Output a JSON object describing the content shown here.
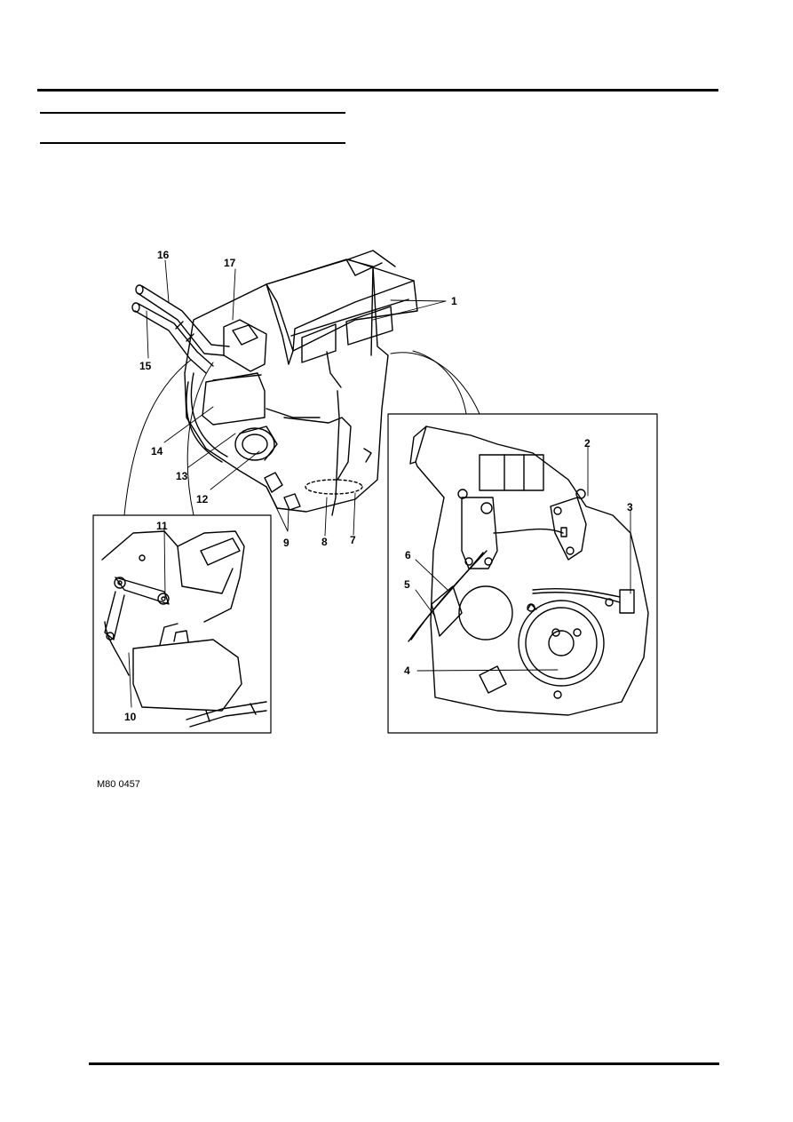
{
  "document": {
    "figure_ref": "M80 0457",
    "callouts": {
      "c1": "1",
      "c2": "2",
      "c3": "3",
      "c4": "4",
      "c5": "5",
      "c6": "6",
      "c7": "7",
      "c8": "8",
      "c9": "9",
      "c10": "10",
      "c11": "11",
      "c12": "12",
      "c13": "13",
      "c14": "14",
      "c15": "15",
      "c16": "16",
      "c17": "17"
    }
  }
}
